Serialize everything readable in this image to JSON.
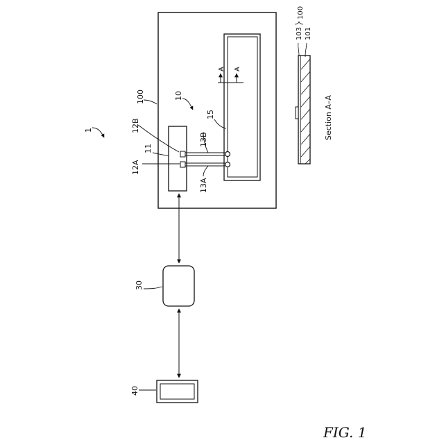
{
  "figure": {
    "caption": "FIG. 1",
    "labels": {
      "system": "1",
      "antenna": "10",
      "ic_chip": "11",
      "terminal_a": "12A",
      "terminal_b": "12B",
      "lead_a": "13A",
      "lead_b": "13B",
      "loop": "15",
      "substrate": "100",
      "reader": "30",
      "display": "40",
      "section_arrow_1": "A",
      "section_arrow_2": "A"
    },
    "section": {
      "title": "Section A–A",
      "layer_top": "103",
      "layer_base": "101",
      "group": "100"
    }
  }
}
